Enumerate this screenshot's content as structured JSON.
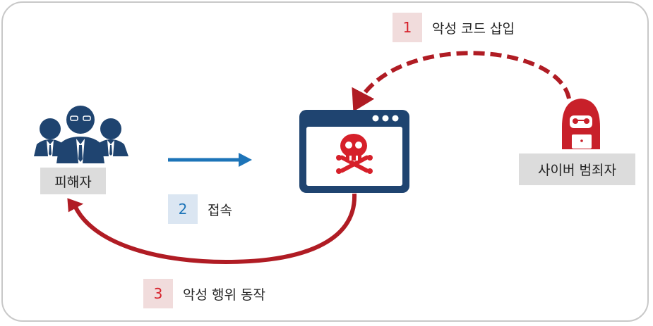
{
  "colors": {
    "red_arrow": "#b01c24",
    "blue_arrow": "#1d74b8",
    "browser": "#1f4470",
    "skull": "#d6202a",
    "victim_icon": "#1f4470",
    "hacker_icon": "#c8202a",
    "step_red_bg": "#f1dcdc",
    "step_red_text": "#d6202a",
    "step_blue_bg": "#dbe6f2",
    "step_blue_text": "#1d74b8",
    "label_bg": "#dcdcdc"
  },
  "victim": {
    "label": "피해자",
    "icon": "group-of-users-icon"
  },
  "attacker": {
    "label": "사이버 범죄자",
    "icon": "hooded-hacker-icon"
  },
  "website": {
    "icon": "browser-window-skull-icon"
  },
  "steps": [
    {
      "number": "1",
      "text": "악성 코드 삽입"
    },
    {
      "number": "2",
      "text": "접속"
    },
    {
      "number": "3",
      "text": "악성 행위 동작"
    }
  ]
}
